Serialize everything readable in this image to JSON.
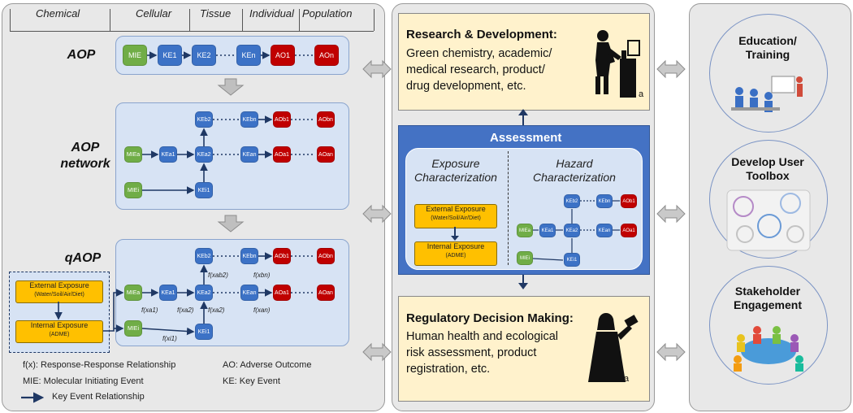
{
  "levels": [
    "Chemical",
    "Cellular",
    "Tissue",
    "Individual",
    "Population"
  ],
  "rows": {
    "aop": {
      "label": "AOP",
      "nodes": [
        "MIE",
        "KE1",
        "KE2",
        "KEn",
        "AO1",
        "AOn"
      ]
    },
    "network": {
      "label_line1": "AOP",
      "label_line2": "network",
      "mie_a": "MIEa",
      "mie_i": "MIEi",
      "ke_a1": "KEa1",
      "ke_a2": "KEa2",
      "ke_i1": "KEi1",
      "ke_b2": "KEb2",
      "ke_bn": "KEbn",
      "ke_an": "KEan",
      "ao_b1": "AOb1",
      "ao_bn": "AObn",
      "ao_a1": "AOa1",
      "ao_an": "AOan"
    },
    "qaop": {
      "label": "qAOP",
      "external_exposure": "External Exposure",
      "external_exposure_sub": "(Water/Soil/Air/Diet)",
      "internal_exposure": "Internal Exposure",
      "internal_exposure_sub": "(ADME)",
      "fx_labels": [
        "f(xa1)",
        "f(xa2)",
        "f(xi1)",
        "f(xab2)",
        "f(xbn)",
        "f(xa2)",
        "f(xan)"
      ]
    }
  },
  "legend": {
    "fx": "f(x):  Response-Response Relationship",
    "mie": "MIE:  Molecular Initiating Event",
    "ker": "Key Event Relationship",
    "ao": "AO:   Adverse Outcome",
    "ke": "KE:   Key Event"
  },
  "research": {
    "title": "Research & Development:",
    "text": [
      "Green chemistry, academic/",
      "medical research, product/",
      "drug development, etc."
    ],
    "figure_mark": "a"
  },
  "assessment": {
    "title": "Assessment",
    "exposure_title": [
      "Exposure",
      "Characterization"
    ],
    "hazard_title": [
      "Hazard",
      "Characterization"
    ],
    "external_exposure": "External Exposure",
    "external_exposure_sub": "(Water/Soil/Air/Diet)",
    "internal_exposure": "Internal Exposure",
    "internal_exposure_sub": "(ADME)"
  },
  "regulatory": {
    "title": "Regulatory Decision Making:",
    "text": [
      "Human health and ecological",
      "risk assessment, product",
      "registration, etc."
    ],
    "figure_mark": "a"
  },
  "stakeholders": [
    {
      "title_line1": "Education/",
      "title_line2": "Training"
    },
    {
      "title_line1": "Develop User",
      "title_line2": "Toolbox"
    },
    {
      "title_line1": "Stakeholder",
      "title_line2": "Engagement"
    }
  ],
  "colors": {
    "mie": "#70ad47",
    "ke": "#3c72c6",
    "ao": "#c00000",
    "exposure": "#ffc000",
    "assessment": "#4472c4",
    "panel_bg": "#e8e8e8",
    "box_bg": "#fff2cc"
  }
}
